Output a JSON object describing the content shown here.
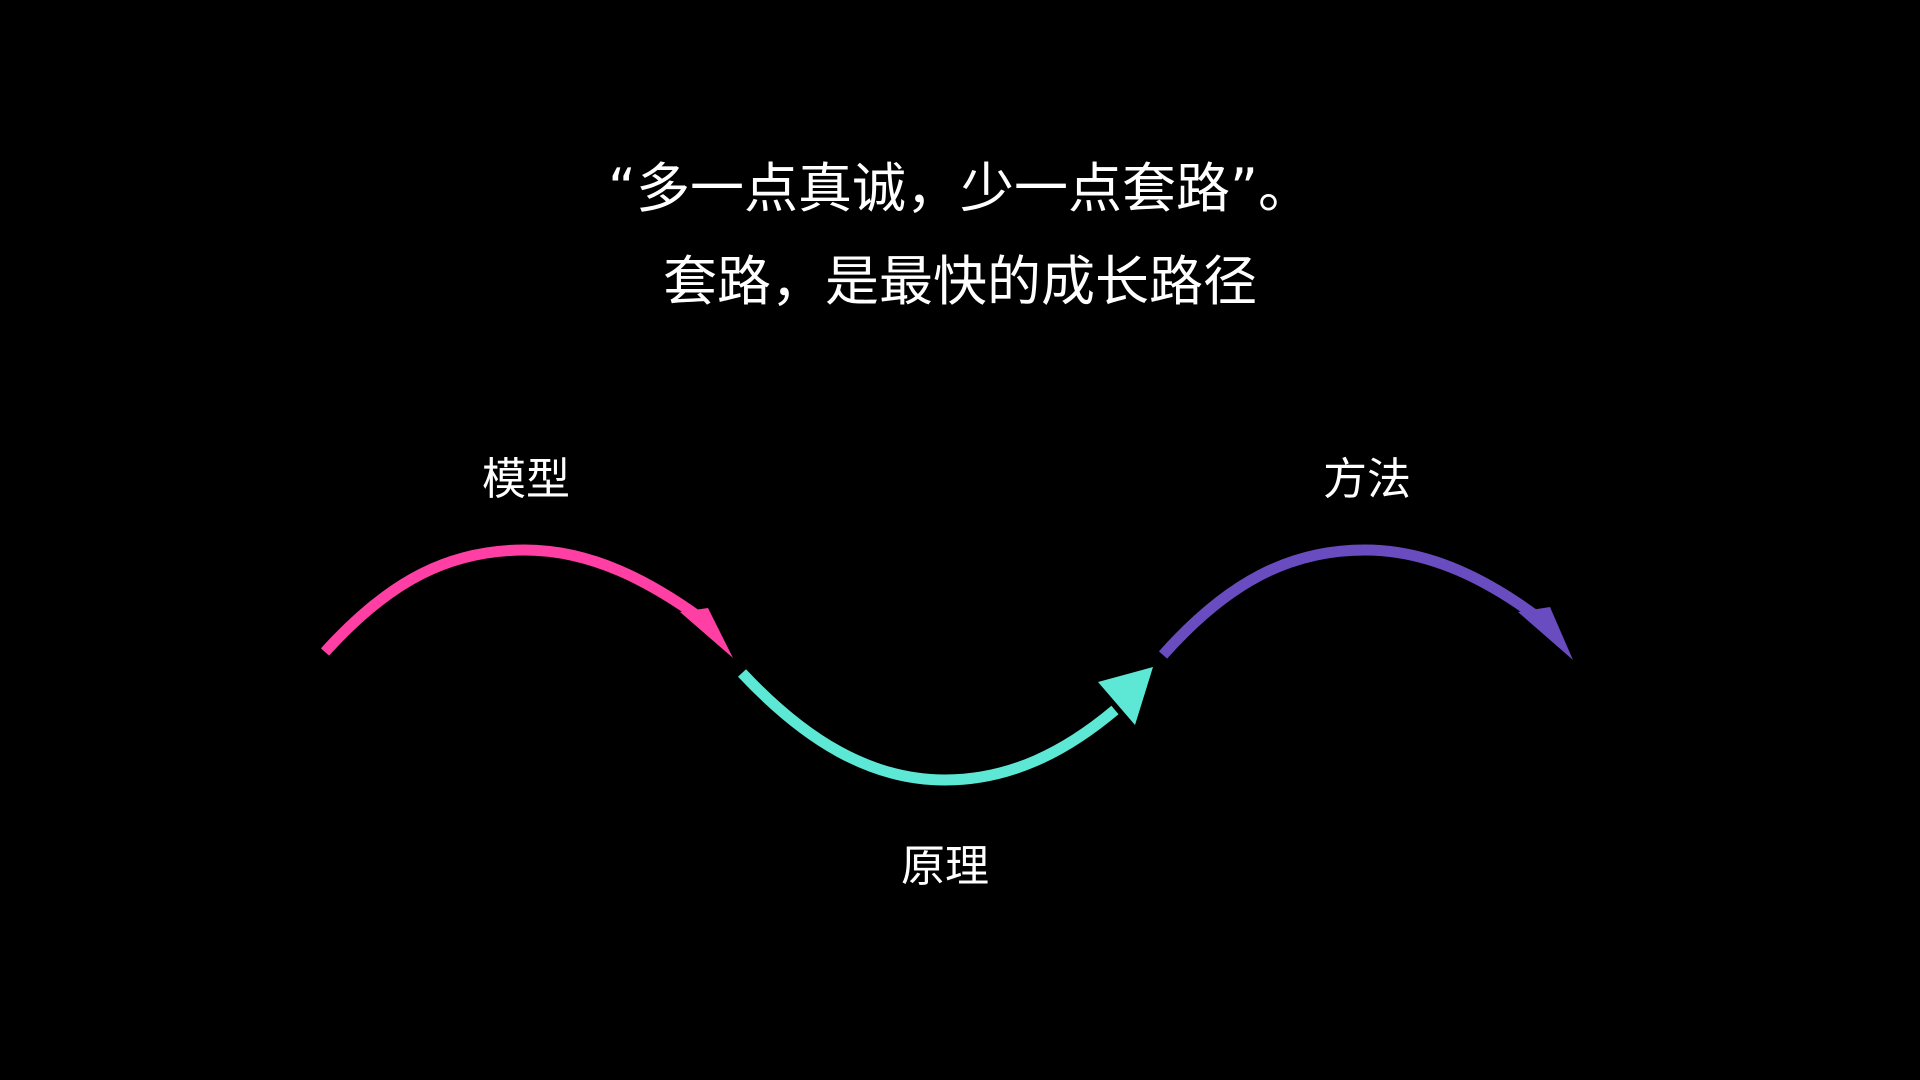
{
  "slide": {
    "headline_line1": "“多一点真诚，少一点套路”。",
    "headline_line2": "套路，是最快的成长路径"
  },
  "diagram": {
    "stages": [
      {
        "label": "模型",
        "color": "#ff3fa4",
        "direction": "up"
      },
      {
        "label": "原理",
        "color": "#5de8d6",
        "direction": "down"
      },
      {
        "label": "方法",
        "color": "#6a4cc1",
        "direction": "up"
      }
    ]
  }
}
